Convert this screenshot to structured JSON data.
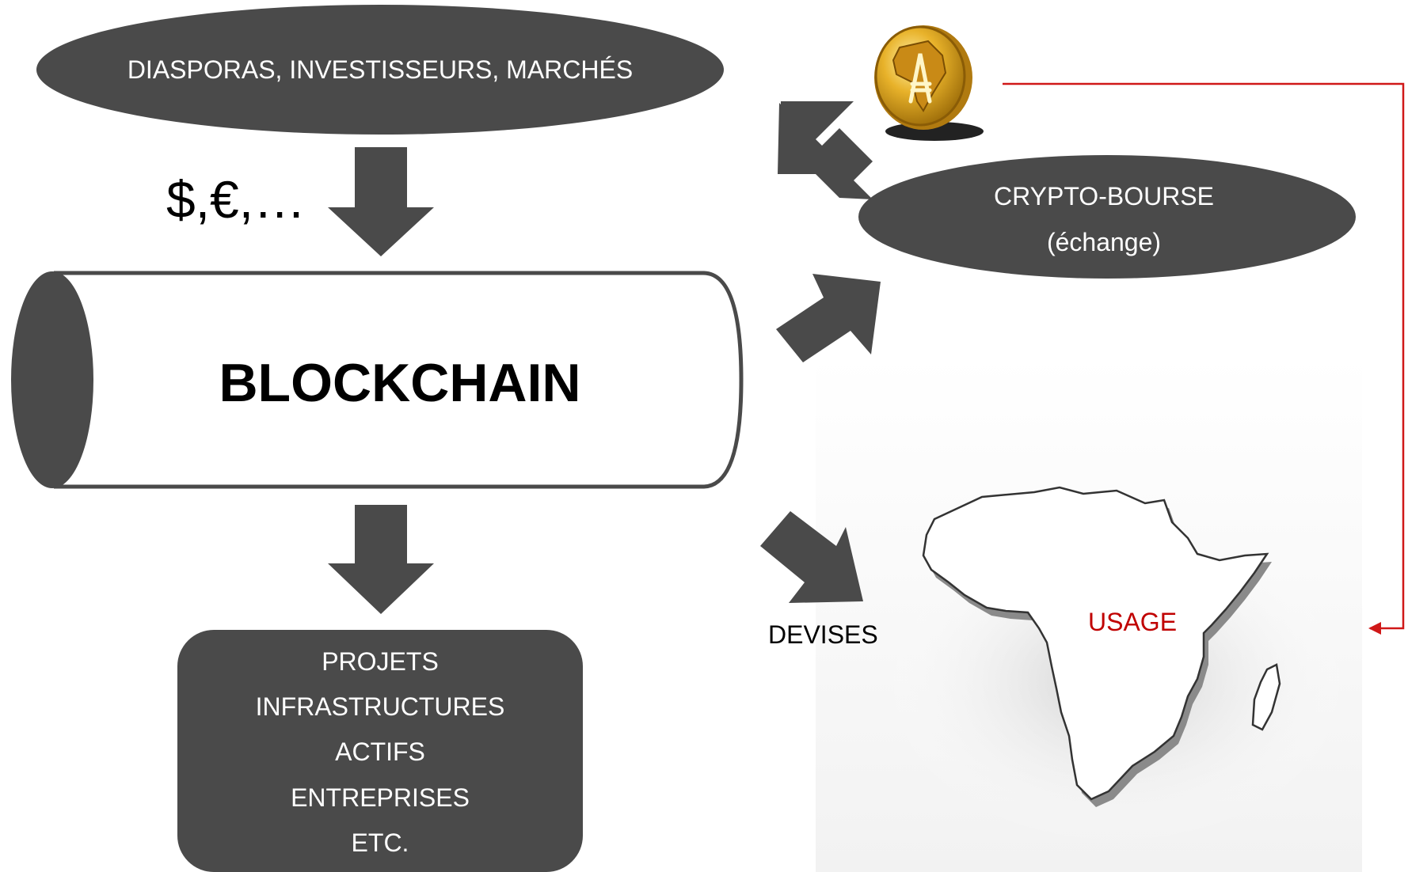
{
  "source_node": {
    "label": "DIASPORAS, INVESTISSEURS, MARCHÉS"
  },
  "currency_label": "$,€,…",
  "blockchain": {
    "label": "BLOCKCHAIN"
  },
  "exchange_node": {
    "label_line1": "CRYPTO-BOURSE",
    "label_line2": "(échange)"
  },
  "devises_label": "DEVISES",
  "usage_label": "USAGE",
  "outputs_box": {
    "items": [
      "PROJETS",
      "INFRASTRUCTURES",
      "ACTIFS",
      "ENTREPRISES",
      "ETC."
    ]
  },
  "icons": {
    "coin": "africa-coin-icon",
    "map": "africa-map-icon"
  },
  "colors": {
    "shape_fill": "#4a4a4a",
    "connector": "#d01818",
    "usage_text": "#c00000",
    "map_fill": "#ffffff",
    "text_dark": "#000000",
    "text_light": "#ffffff"
  }
}
